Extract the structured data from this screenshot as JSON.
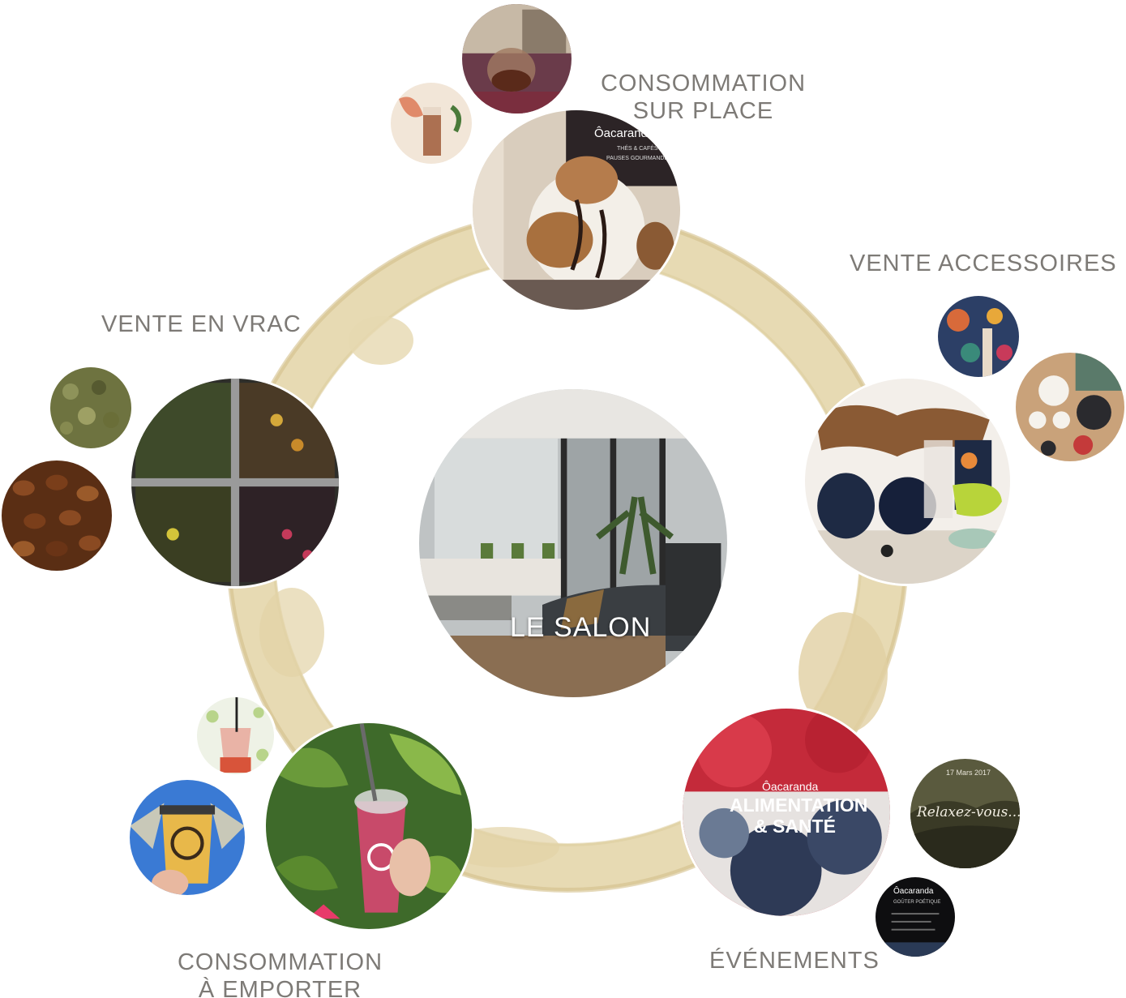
{
  "center": {
    "label": "LE SALON"
  },
  "sections": {
    "sur_place": {
      "line1": "CONSOMMATION",
      "line2": "SUR PLACE"
    },
    "accessoires": {
      "line1": "VENTE ACCESSOIRES"
    },
    "vrac": {
      "line1": "VENTE EN VRAC"
    },
    "emporter": {
      "line1": "CONSOMMATION",
      "line2": "À EMPORTER"
    },
    "evenements": {
      "line1": "ÉVÉNEMENTS"
    }
  },
  "photo_texts": {
    "sign_brand": "Ôacaranda",
    "sign_sub1": "THÉS & CAFÉS",
    "sign_sub2": "PAUSES GOURMANDES",
    "poster_brand": "Ôacaranda",
    "poster_title1": "ALIMENTATION",
    "poster_title2": "& SANTÉ",
    "relax_date": "17 Mars 2017",
    "relax_title": "Relaxez-vous...",
    "black_brand": "Ôacaranda",
    "black_title": "GOÛTER POÉTIQUE"
  },
  "colors": {
    "label_gray": "#7d7a76",
    "stain": "#d9c79a"
  }
}
